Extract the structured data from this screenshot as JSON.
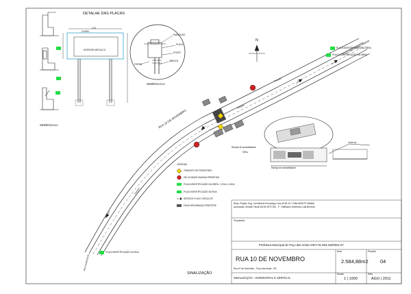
{
  "detail": {
    "title": "DETALHE DAS PLACAS",
    "plate_label": "CHAPA",
    "plate_text": "INTERIOR METALICO",
    "plate_size": "3,10",
    "support_labels": [
      "PARAFUSO",
      "PLACA",
      "POSTE",
      "ABRUCA",
      "FORCA"
    ],
    "left_scale": "SEM/ESCALA",
    "circle_scale": "SEM/ESCALA"
  },
  "map": {
    "street_name": "RUA 10 DE NOVEMBRO",
    "sidewalk_label": "Passeio",
    "destination": "Poço das Antas-Interior",
    "north": "N",
    "ramp_label": "Rampa de acessibilidade",
    "ramp_scale": "S/Esc",
    "cross_label": "Corte aa",
    "bottom_street": "RUA EXISTENTE",
    "plate_top_a": "PLACA IDENTIFICAÇÃO DA OBRA",
    "plate_top_b": "PLACA IDENTIFICAÇÃO DA OBRA",
    "plate_bottom": "PLACA IDENTIFICAÇÃO DA RUA"
  },
  "legend": {
    "title": "LEGENDA",
    "items": [
      {
        "symbol": "diamond",
        "text": "TRANSITO DE PEDESTRES"
      },
      {
        "symbol": "circle",
        "text": "VELOCIDADE MAXIMA PERMITIDA"
      },
      {
        "symbol": "green",
        "text": "PLACA IDENTIFICAÇÃO DA OBRA - 2,00m x 1,50m"
      },
      {
        "symbol": "green",
        "text": "PLACA IDENTIFICAÇÃO DA RUA"
      },
      {
        "symbol": "arrow",
        "text": "SENTIDO FLUXO VEÍCULOS"
      },
      {
        "symbol": "zebra",
        "text": "FAIXA SEGURANÇA PEDESTRE"
      }
    ]
  },
  "title_block": {
    "responsible": "Resp. Projeto: Eng. Civil Alberto Pecoraego  Crea 45.60-19 / CIM#-9808  RT 9848#9",
    "approval": "Aprovação: Direção Fiscal EACIN NTFI 392 - P - Edificador Desenhos Ltda Beneval",
    "owner_label": "Proprietário",
    "owner": "Prefeitura Municipal de Poço das Antas  CNPJ 91.693.333/0001-07",
    "project_title": "RUA 10 DE NOVEMBRO",
    "location": "Rua 10 de Novembro - Poço das Antas - RS",
    "area_label": "Área",
    "area": "2.584,88m2",
    "sheet_label": "Prancha",
    "sheet": "04",
    "drawing_title": "SINALIZAÇÃO - HORIZONTAL E VERTICAL",
    "scale_label": "Escala",
    "scale": "1 | 1000",
    "date_label": "Data",
    "date": "AGO | 2011",
    "bottom_caption": "SINALIZAÇÃO"
  },
  "colors": {
    "ink": "#222222",
    "green": "#22dd44",
    "red": "#cc2222",
    "yellow": "#f2d300",
    "frame": "#555555",
    "plate_frame": "#5ab7d4"
  }
}
